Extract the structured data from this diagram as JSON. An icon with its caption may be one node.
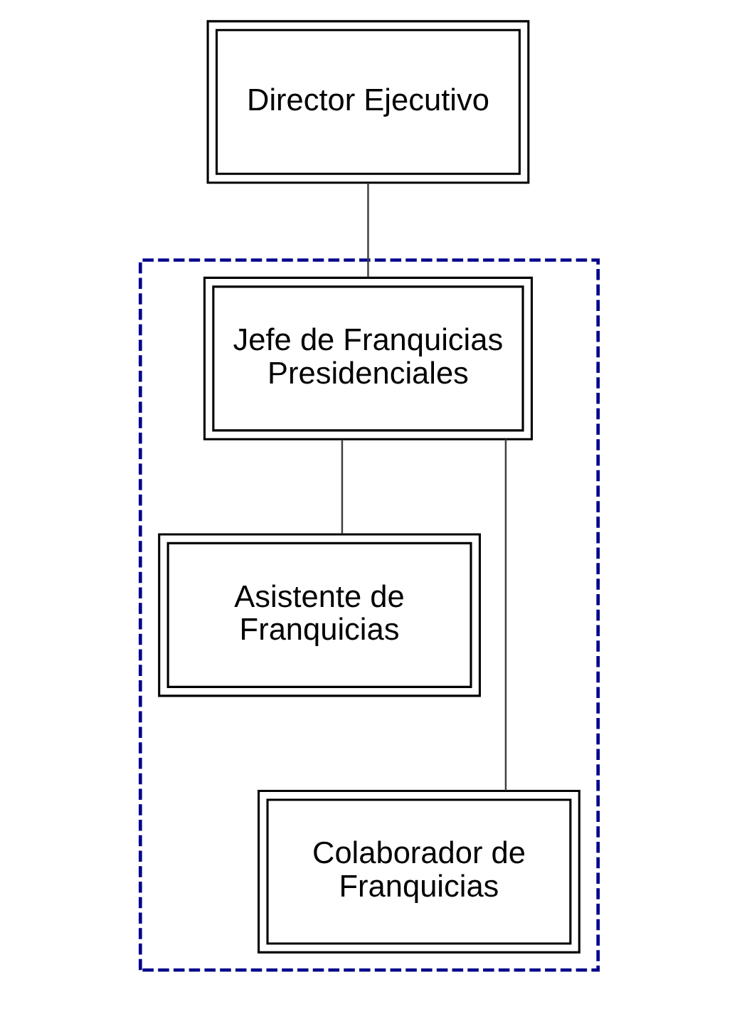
{
  "diagram": {
    "nodes": [
      {
        "text": [
          "Director Ejecutivo"
        ]
      },
      {
        "text": [],
        "shape": "box"
      },
      {
        "text": [
          "Jefe de Franquicias Presidenciales"
        ],
        "in": 1
      },
      {
        "text": [
          "Asistente de Franquicias"
        ],
        "in": 1
      },
      {
        "text": [
          "Colaborador de Franquicias"
        ],
        "in": 1
      }
    ],
    "edges": [
      {
        "from": 0,
        "to": 2,
        "arrow": "none"
      },
      {
        "from": 2,
        "to": 3,
        "arrow": "none"
      },
      {
        "from": 2,
        "to": 4,
        "arrow": "none"
      }
    ]
  }
}
